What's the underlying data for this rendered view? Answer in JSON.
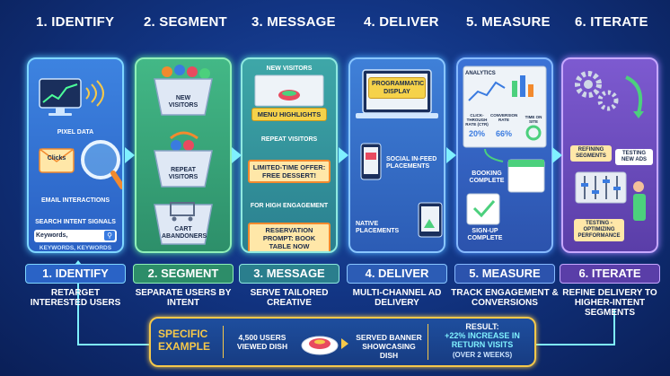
{
  "steps": [
    {
      "header": "1. IDENTIFY",
      "footer": "1. IDENTIFY",
      "desc": "RETARGET INTERESTED USERS"
    },
    {
      "header": "2. SEGMENT",
      "footer": "2. SEGMENT",
      "desc": "SEPARATE USERS BY INTENT"
    },
    {
      "header": "3. MESSAGE",
      "footer": "3. MESSAGE",
      "desc": "SERVE TAILORED CREATIVE"
    },
    {
      "header": "4. DELIVER",
      "footer": "4. DELIVER",
      "desc": "MULTI-CHANNEL AD DELIVERY"
    },
    {
      "header": "5. MEASURE",
      "footer": "5. MEASURE",
      "desc": "TRACK ENGAGEMENT & CONVERSIONS"
    },
    {
      "header": "6. ITERATE",
      "footer": "6. ITERATE",
      "desc": "REFINE DELIVERY TO HIGHER-INTENT SEGMENTS"
    }
  ],
  "identify": {
    "pixel_data": "PIXEL DATA",
    "clicks": "Clicks",
    "email": "EMAIL INTERACTIONS",
    "search": "SEARCH INTENT SIGNALS",
    "keywords_input": "Keywords,",
    "keywords": "KEYWORDS, KEYWORDS"
  },
  "segment": {
    "new": "NEW VISITORS",
    "repeat": "REPEAT VISITORS",
    "cart": "CART ABANDONERS"
  },
  "message": {
    "new": "NEW VISITORS",
    "menu": "MENU HIGHLIGHTS",
    "repeat": "REPEAT VISITORS",
    "offer": "LIMITED-TIME OFFER: FREE DESSERT!",
    "high": "FOR HIGH ENGAGEMENT",
    "reserve": "RESERVATION PROMPT: BOOK TABLE NOW"
  },
  "deliver": {
    "programmatic": "PROGRAMMATIC DISPLAY",
    "social": "SOCIAL IN-FEED PLACEMENTS",
    "native": "NATIVE PLACEMENTS"
  },
  "measure": {
    "analytics": "ANALYTICS",
    "ctr_label": "CLICK-THROUGH RATE (CTR)",
    "ctr": "20%",
    "conv_label": "CONVERSION RATE",
    "conv": "66%",
    "time_label": "TIME ON SITE",
    "booking": "BOOKING COMPLETE",
    "signup": "SIGN-UP COMPLETE"
  },
  "iterate": {
    "refining": "REFINING SEGMENTS",
    "testing_ads": "TESTING NEW ADS",
    "optimizing": "TESTING - OPTIMIZING PERFORMANCE"
  },
  "example": {
    "tag": "SPECIFIC EXAMPLE",
    "users": "4,500 USERS VIEWED DISH",
    "served": "SERVED BANNER SHOWCASING DISH",
    "result_label": "RESULT:",
    "result": "+22% INCREASE IN RETURN VISITS",
    "period": "(OVER 2 WEEKS)"
  },
  "colors": {
    "accent": "#7ff0ff",
    "gold": "#f5c84a",
    "orange": "#f28a2e"
  }
}
